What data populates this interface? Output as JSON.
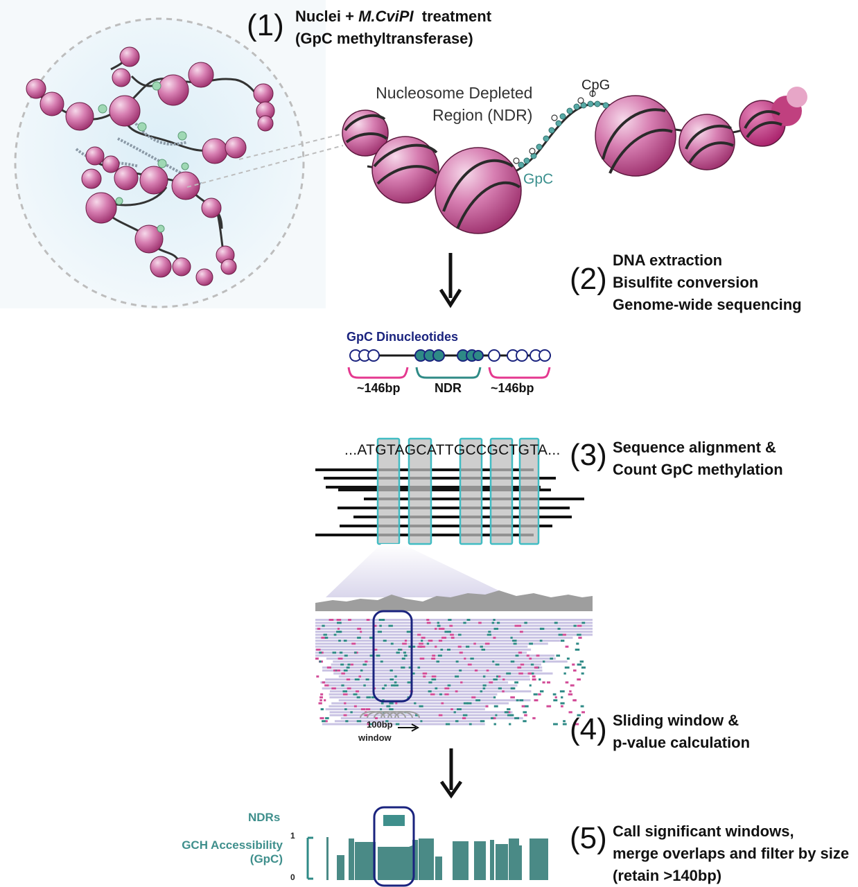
{
  "step1": {
    "number": "(1)",
    "line1_pre": "Nuclei + ",
    "line1_italic": "M.CviPI",
    "line1_post": "  treatment",
    "line2": "(GpC methyltransferase)"
  },
  "ndr_label": {
    "line1": "Nucleosome Depleted",
    "line2": "Region (NDR)"
  },
  "cpg_label": "CpG",
  "gpc_label": "GpC",
  "step2": {
    "number": "(2)",
    "lines": [
      "DNA extraction",
      "Bisulfite conversion",
      "Genome-wide sequencing"
    ]
  },
  "dinucleotides": {
    "title": "GpC Dinucleotides",
    "left": "~146bp",
    "center": "NDR",
    "right": "~146bp"
  },
  "sequence": "...ATGTAGCATTGCCGCTGTA...",
  "step3": {
    "number": "(3)",
    "lines": [
      "Sequence alignment &",
      "Count GpC methylation"
    ]
  },
  "window_label": {
    "line1": "100bp",
    "line2": "window"
  },
  "step4": {
    "number": "(4)",
    "lines": [
      "Sliding window &",
      "p-value calculation"
    ]
  },
  "track": {
    "ndrs": "NDRs",
    "acc1": "GCH Accessibility",
    "acc2": "(GpC)",
    "tick_top": "1",
    "tick_bottom": "0"
  },
  "step5": {
    "number": "(5)",
    "lines": [
      "Call significant windows,",
      "merge overlaps and filter by size",
      "(retain >140bp)"
    ]
  },
  "colors": {
    "nucleosome": "#c2467f",
    "gpc_teal": "#3f8f8c",
    "navy": "#1a237e",
    "magenta": "#e4388f",
    "lavender": "#c9c3e3"
  }
}
